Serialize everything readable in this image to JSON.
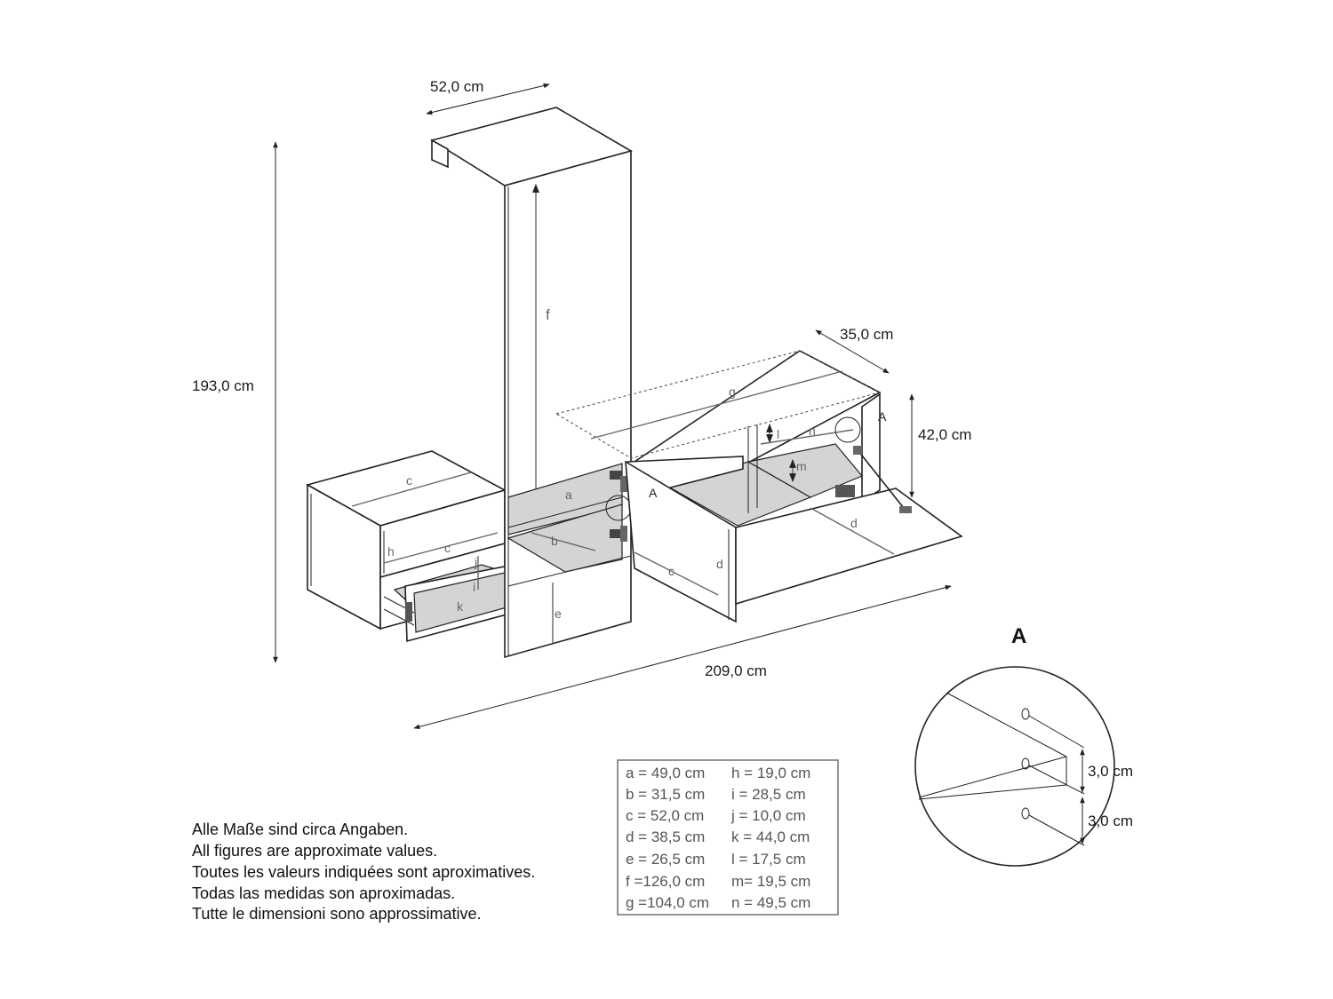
{
  "dimensions": {
    "depth_tall": "52,0 cm",
    "height_total": "193,0 cm",
    "depth_lowboard": "35,0 cm",
    "height_lowboard": "42,0 cm",
    "width_total": "209,0 cm",
    "detail_spacing_1": "3,0 cm",
    "detail_spacing_2": "3,0 cm"
  },
  "part_labels": [
    "a",
    "b",
    "c",
    "c",
    "c",
    "d",
    "d",
    "e",
    "f",
    "g",
    "h",
    "i",
    "j",
    "k",
    "l",
    "m",
    "n"
  ],
  "detail_markers": [
    "A",
    "A"
  ],
  "detail_title": "A",
  "measurements": [
    {
      "left": "a =  49,0 cm",
      "right": "h =   19,0 cm"
    },
    {
      "left": "b =  31,5 cm",
      "right": "i  =   28,5 cm"
    },
    {
      "left": "c =  52,0 cm",
      "right": "j  =   10,0 cm"
    },
    {
      "left": "d =  38,5 cm",
      "right": "k =   44,0 cm"
    },
    {
      "left": "e =  26,5 cm",
      "right": "l  =   17,5 cm"
    },
    {
      "left": "f =126,0 cm",
      "right": "m=   19,5 cm"
    },
    {
      "left": "g =104,0 cm",
      "right": "n =   49,5 cm"
    }
  ],
  "notes": [
    "Alle Maße sind circa Angaben.",
    "All figures are approximate values.",
    "Toutes les valeurs indiquées sont aproximatives.",
    "Todas las medidas son aproximadas.",
    "Tutte le dimensioni sono approssimative."
  ]
}
